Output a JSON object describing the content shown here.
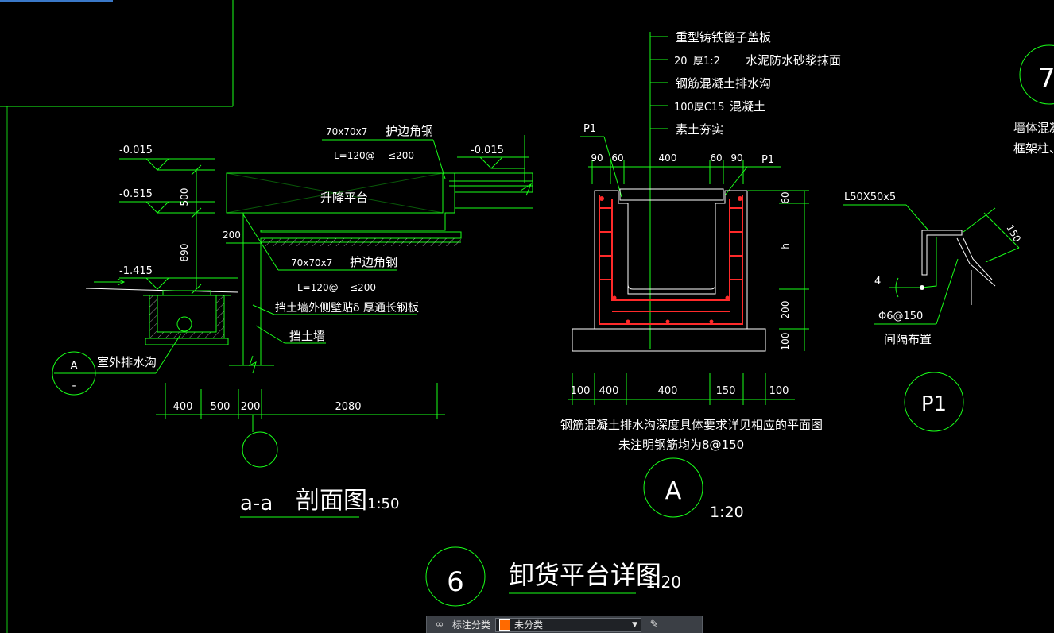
{
  "palette": {
    "background": "#000000",
    "lines": "#19ff19",
    "text": "#ffffff",
    "rebar": "#ff2a2a",
    "accent": "#ff6a00"
  },
  "section_aa": {
    "elev_1": "-0.015",
    "elev_2": "-0.515",
    "elev_3": "-1.415",
    "elev_right": "-0.015",
    "dim_500": "500",
    "dim_890": "890",
    "dim_200_side": "200",
    "angle_top_spec": "70x70x7",
    "angle_top_name": "护边角钢",
    "angle_top_len": "L=120@",
    "angle_top_spacing": "≤200",
    "platform": "升降平台",
    "angle_bot_spec": "70x70x7",
    "angle_bot_name": "护边角钢",
    "angle_bot_len": "L=120@",
    "angle_bot_spacing": "≤200",
    "wall_plate": "挡土墙外侧壁贴δ 厚通长钢板",
    "wall": "挡土墙",
    "drain": "室外排水沟",
    "bubble_top": "A",
    "bubble_bot": "-",
    "bd_400": "400",
    "bd_500": "500",
    "bd_200": "200",
    "bd_2080": "2080",
    "title": "a-a",
    "title_cn": "剖面图",
    "scale": "1:50"
  },
  "detail_a": {
    "layer_1": "重型铸铁篦子盖板",
    "layer_2_a": "20",
    "layer_2_b": "厚1:2",
    "layer_2_c": "水泥防水砂浆抹面",
    "layer_3": "钢筋混凝土排水沟",
    "layer_4_a": "100厚C15",
    "layer_4_b": "混凝土",
    "layer_5": "素土夯实",
    "p1_left": "P1",
    "p1_right": "P1",
    "td_90a": "90",
    "td_60a": "60",
    "td_400": "400",
    "td_60b": "60",
    "td_90b": "90",
    "vd_60": "60",
    "vd_h": "h",
    "vd_200": "200",
    "vd_100": "100",
    "bd_100a": "100",
    "bd_400a": "400",
    "bd_400b": "400",
    "bd_150": "150",
    "bd_100b": "100",
    "note_1": "钢筋混凝土排水沟深度具体要求详见相应的平面图",
    "note_2": "未注明钢筋均为8@150",
    "bubble": "A",
    "scale": "1:20"
  },
  "detail_p1": {
    "angle": "L50X50x5",
    "dim_150": "150",
    "dim_4": "4",
    "bar": "Φ6@150",
    "spacing": "间隔布置",
    "bubble": "P1"
  },
  "detail_7": {
    "bubble": "7",
    "text_1": "墙体混凝",
    "text_2": "框架柱、"
  },
  "main_title": {
    "number": "6",
    "title": "卸货平台详图",
    "scale": "1:20"
  },
  "toolbar": {
    "label": "标注分类",
    "selected": "未分类"
  }
}
